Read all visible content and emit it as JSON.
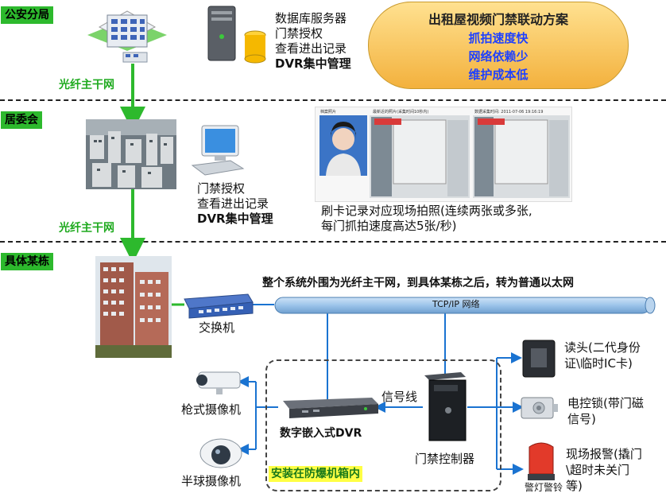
{
  "sections": {
    "bureau": "公安分局",
    "committee": "居委会",
    "building": "具体某栋"
  },
  "links": {
    "fiber1": "光纤主干网",
    "fiber2": "光纤主干网"
  },
  "server_text": [
    "数据库服务器",
    "门禁授权",
    "查看进出记录",
    "DVR集中管理"
  ],
  "committee_text": [
    "门禁授权",
    "查看进出记录",
    "DVR集中管理"
  ],
  "solution": {
    "title": "出租屋视频门禁联动方案",
    "items": [
      "抓拍速度快",
      "网络依赖少",
      "维护成本低"
    ]
  },
  "photos": {
    "label1": "档案照片",
    "label2": "最新近的照片(采集时间10秒内)",
    "label3": "数据采集时间: 2011-07-06 19:16:19",
    "caption": [
      "刷卡记录对应现场拍照(连续两张或多张,",
      "每门抓拍速度高达5张/秒)"
    ]
  },
  "network_note": "整个系统外围为光纤主干网，到具体某栋之后，转为普通以太网",
  "tcp_label": "TCP/IP 网络",
  "devices": {
    "switch": "交换机",
    "bullet_cam": "枪式摄像机",
    "dome_cam": "半球摄像机",
    "dvr": "数字嵌入式DVR",
    "signal": "信号线",
    "controller": "门禁控制器",
    "box_label": "安装在防爆机箱内",
    "reader": [
      "读头(二代身份",
      "证\\临时IC卡)"
    ],
    "lock": [
      "电控锁(带门磁",
      "信号)"
    ],
    "alarm": [
      "现场报警(撬门",
      "\\超时未关门",
      "等)"
    ],
    "alarm_sub": "警灯警铃"
  }
}
